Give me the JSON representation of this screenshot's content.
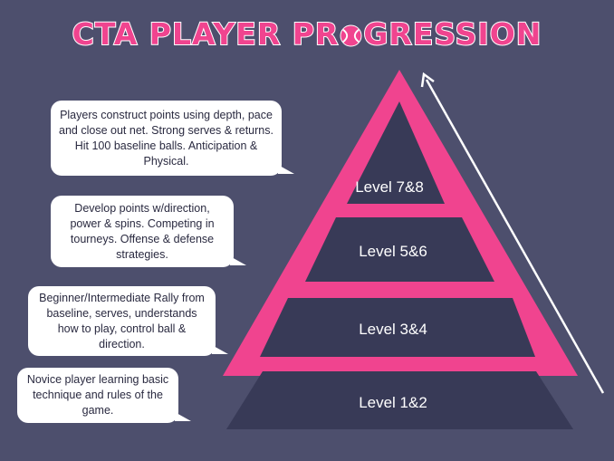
{
  "title": {
    "before": "CTA PLAYER PR",
    "after": "GRESSION",
    "ball_icon": "tennis-ball-icon"
  },
  "colors": {
    "background": "#4d4f6d",
    "accent": "#f0448f",
    "tier": "#383a57",
    "text": "#ffffff"
  },
  "levels": [
    {
      "label": "Level 7&8",
      "description": "Players construct points using depth, pace and close out net. Strong serves & returns. Hit 100 baseline balls. Anticipation & Physical."
    },
    {
      "label": "Level 5&6",
      "description": "Develop points w/direction, power & spins. Competing in tourneys. Offense & defense strategies."
    },
    {
      "label": "Level 3&4",
      "description": "Beginner/Intermediate Rally from baseline, serves, understands how to play, control ball & direction."
    },
    {
      "label": "Level 1&2",
      "description": "Novice player learning basic technique and rules of the game."
    }
  ],
  "arrow_icon": "up-arrow-icon"
}
